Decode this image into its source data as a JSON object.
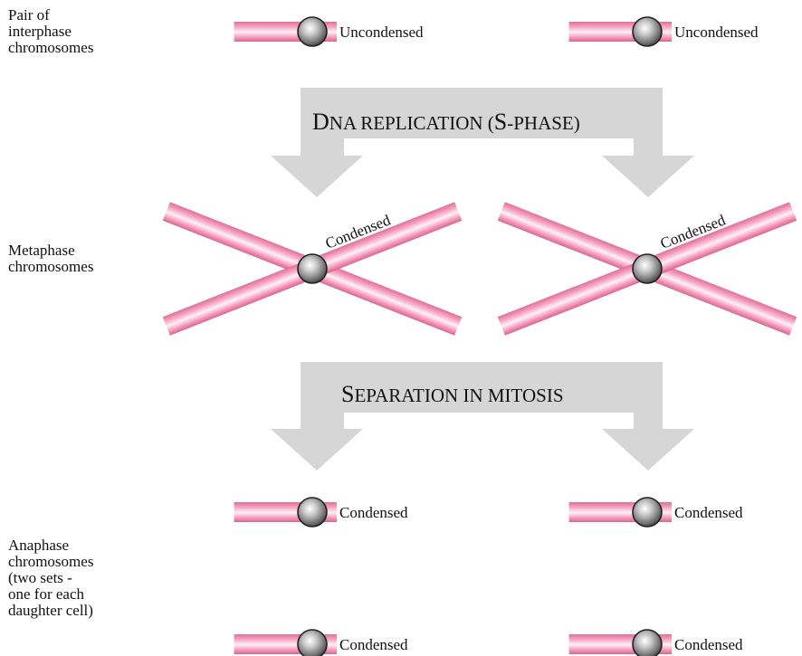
{
  "labels": {
    "interphase": "Pair of\ninterphase\nchromosomes",
    "metaphase": "Metaphase\nchromosomes",
    "anaphase": "Anaphase\nchromosomes\n(two sets -\none for each\ndaughter cell)"
  },
  "steps": {
    "replication": {
      "first": "D",
      "rest": "NA REPLICATION (",
      "first2": "S",
      "rest2": "-PHASE)"
    },
    "separation": {
      "first": "S",
      "rest": "EPARATION IN MITOSIS"
    }
  },
  "chromosomes": {
    "unc_1": "Uncondensed",
    "unc_2": "Uncondensed",
    "meta_1": "Condensed",
    "meta_2": "Condensed",
    "ana_a1": "Condensed",
    "ana_a2": "Condensed",
    "ana_b1": "Condensed",
    "ana_b2": "Condensed"
  },
  "colors": {
    "chromosome": "#f7a8c4",
    "chromosome_highlight": "#fde6ee",
    "chromosome_shadow": "#e2799e",
    "arrow": "#d6d6d6",
    "centromere": "#7a7a7a"
  }
}
